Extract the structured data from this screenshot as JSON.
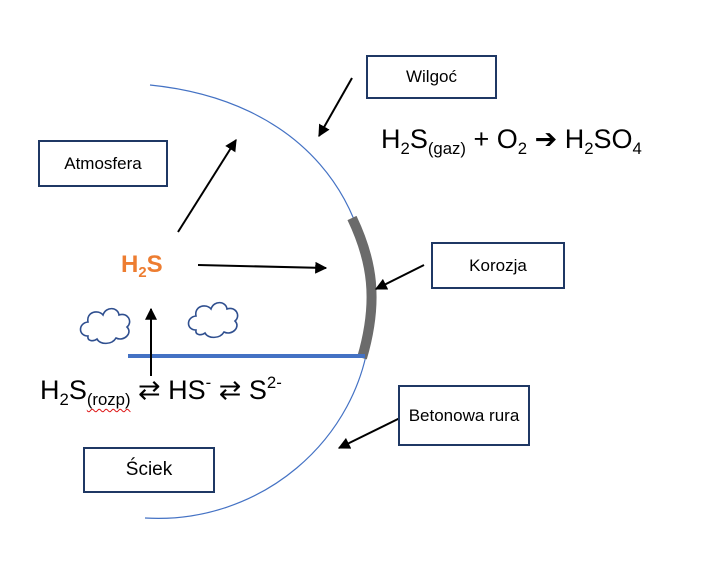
{
  "boxes": {
    "wilgoc": "Wilgoć",
    "atmosfera": "Atmosfera",
    "korozja": "Korozja",
    "betonowa_rura": "Betonowa rura",
    "sciek": "Ściek"
  },
  "center_species": {
    "base": "H",
    "sub": "2",
    "tail": "S"
  },
  "reaction_top": {
    "h": "H",
    "two_a": "2",
    "s": "S",
    "gas_state": "(gaz)",
    "plus_o": " + O",
    "two_b": "2",
    "arrow": " ➔ ",
    "product_h": "H",
    "two_c": "2",
    "product_so": "SO",
    "four": "4"
  },
  "reaction_bottom": {
    "h": "H",
    "two": "2",
    "s": "S",
    "dissolved_state": "(rozp)",
    "eq1": " ⇄ HS",
    "minus": "-",
    "eq2": " ⇄ S",
    "charge": "2-"
  },
  "colors": {
    "box_border": "#1f3864",
    "pipe_arc": "#4472c4",
    "water_line": "#4472c4",
    "corrosion": "#6b6b6b",
    "h2s": "#ed7d31"
  }
}
